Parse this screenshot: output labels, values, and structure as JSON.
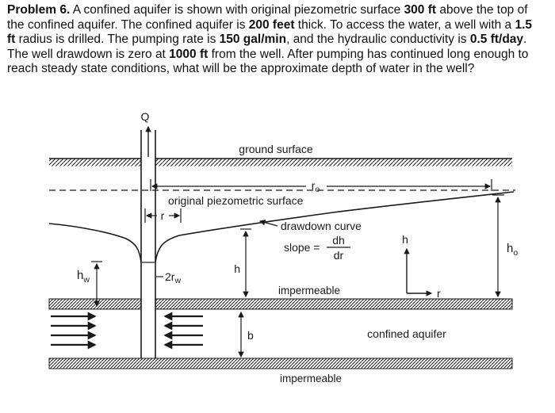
{
  "problem": {
    "segments": [
      {
        "text": "Problem 6.",
        "bold": true
      },
      {
        "text": " A confined aquifer is shown with original piezometric surface ",
        "bold": false
      },
      {
        "text": "300 ft",
        "bold": true
      },
      {
        "text": " above the top of the confined aquifer. The confined aquifer is ",
        "bold": false
      },
      {
        "text": "200 feet",
        "bold": true
      },
      {
        "text": " thick. To access the water, a well with a ",
        "bold": false
      },
      {
        "text": "1.5 ft",
        "bold": true
      },
      {
        "text": " radius is drilled. The pumping rate is ",
        "bold": false
      },
      {
        "text": "150 gal/min",
        "bold": true
      },
      {
        "text": ", and the hydraulic conductivity is ",
        "bold": false
      },
      {
        "text": "0.5 ft/day",
        "bold": true
      },
      {
        "text": ". The well drawdown is zero at ",
        "bold": false
      },
      {
        "text": "1000 ft",
        "bold": true
      },
      {
        "text": " from the well. After pumping has continued long enough to reach steady state conditions, what will be the approximate depth of water in the well?",
        "bold": false
      }
    ]
  },
  "diagram": {
    "labels": {
      "q": "Q",
      "ground_surface": "ground surface",
      "r0_main": "r",
      "r0_sub": "o",
      "piezometric": "original piezometric surface",
      "r_small": "r",
      "drawdown_curve": "drawdown curve",
      "slope_prefix": "slope =",
      "slope_num": "dh",
      "slope_den": "dr",
      "h_mid": "h",
      "axes_h": "h",
      "axes_r": "r",
      "h0_main": "h",
      "h0_sub": "o",
      "hw_main": "h",
      "hw_sub": "w",
      "two_rw_main": "2r",
      "two_rw_sub": "w",
      "impermeable_upper": "impermeable",
      "b": "b",
      "confined_aquifer": "confined aquifer",
      "impermeable_lower": "impermeable"
    }
  },
  "colors": {
    "ink": "#1a1a1a",
    "background": "#ffffff"
  }
}
